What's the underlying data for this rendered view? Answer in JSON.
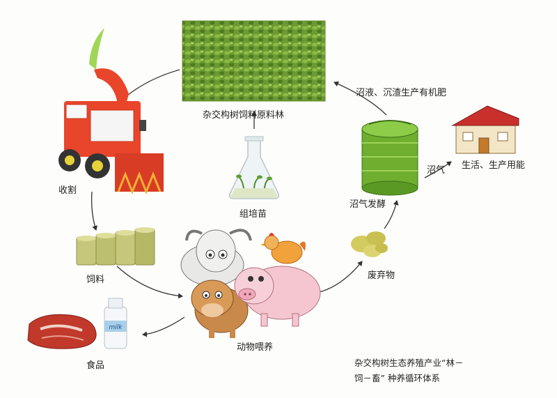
{
  "labels": {
    "forest": "杂交构树饲料原料林",
    "tissue_culture": "组培苗",
    "harvest": "收割",
    "feed": "饲料",
    "animal_feeding": "动物喂养",
    "food": "食品",
    "waste": "废弃物",
    "biogas_fermentation": "沼气发酵",
    "biogas": "沼气",
    "living_production_energy": "生活、生产用能",
    "fertilizer": "沼液、沉渣生产有机肥",
    "milk": "milk"
  },
  "caption": {
    "line1": "杂交构树生态养殖产业“林－",
    "line2": "饲－畜” 种养循环体系"
  },
  "colors": {
    "forest": "#5f8a2a",
    "harvester": "#e8452b",
    "tank": "#6fae2e",
    "house_roof": "#c9302c",
    "arrow": "#333333"
  }
}
